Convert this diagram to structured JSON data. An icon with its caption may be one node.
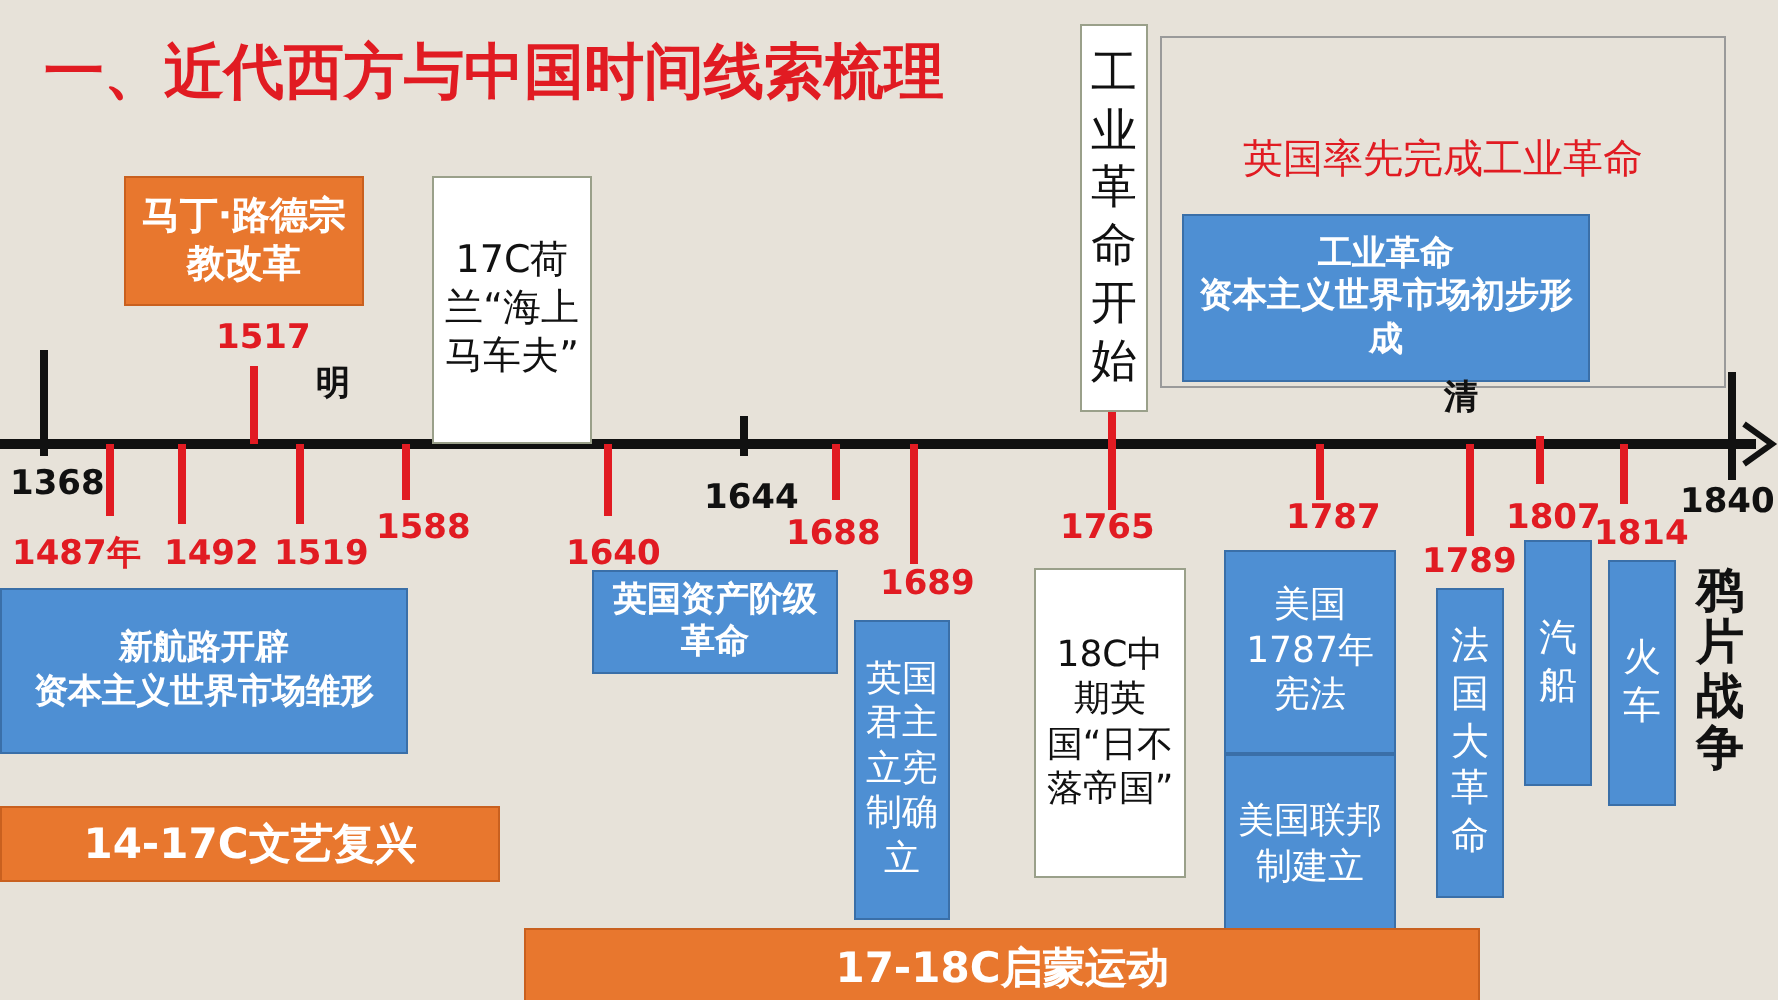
{
  "diagram": {
    "title": "一、近代西方与中国时间线索梳理",
    "nodes": [
      {
        "text": [
          "马丁·路德宗教改革"
        ]
      },
      {
        "text": [
          "17C荷兰“海上马车夫”"
        ]
      },
      {
        "text": [
          "工业革命开始"
        ]
      },
      {
        "text": [
          "英国率先完成工业革命"
        ]
      },
      {
        "text": [
          "工业革命",
          "资本主义世界市场初步形成"
        ],
        "in": 3
      },
      {
        "text": [
          "新航路开辟",
          "资本主义世界市场雏形"
        ]
      },
      {
        "text": [
          "14-17C文艺复兴"
        ]
      },
      {
        "text": [
          "英国资产阶级革命"
        ]
      },
      {
        "text": [
          "英国君主立宪制确立"
        ]
      },
      {
        "text": [
          "18C中期英国“日不落帝国”"
        ]
      },
      {
        "text": [
          "美国1787年宪法"
        ]
      },
      {
        "text": [
          "美国联邦制建立"
        ]
      },
      {
        "text": [
          "法国大革命"
        ]
      },
      {
        "text": [
          "汽船"
        ]
      },
      {
        "text": [
          "火车"
        ]
      },
      {
        "text": [
          "17-18C启蒙运动"
        ]
      }
    ],
    "labels": [
      "1517",
      "明",
      "清",
      "1368",
      "1644",
      "1840",
      "1487年",
      "1492",
      "1519",
      "1588",
      "1640",
      "1688",
      "1765",
      "1787",
      "1807",
      "1814",
      "1689",
      "1789",
      "鸦片战争"
    ]
  }
}
